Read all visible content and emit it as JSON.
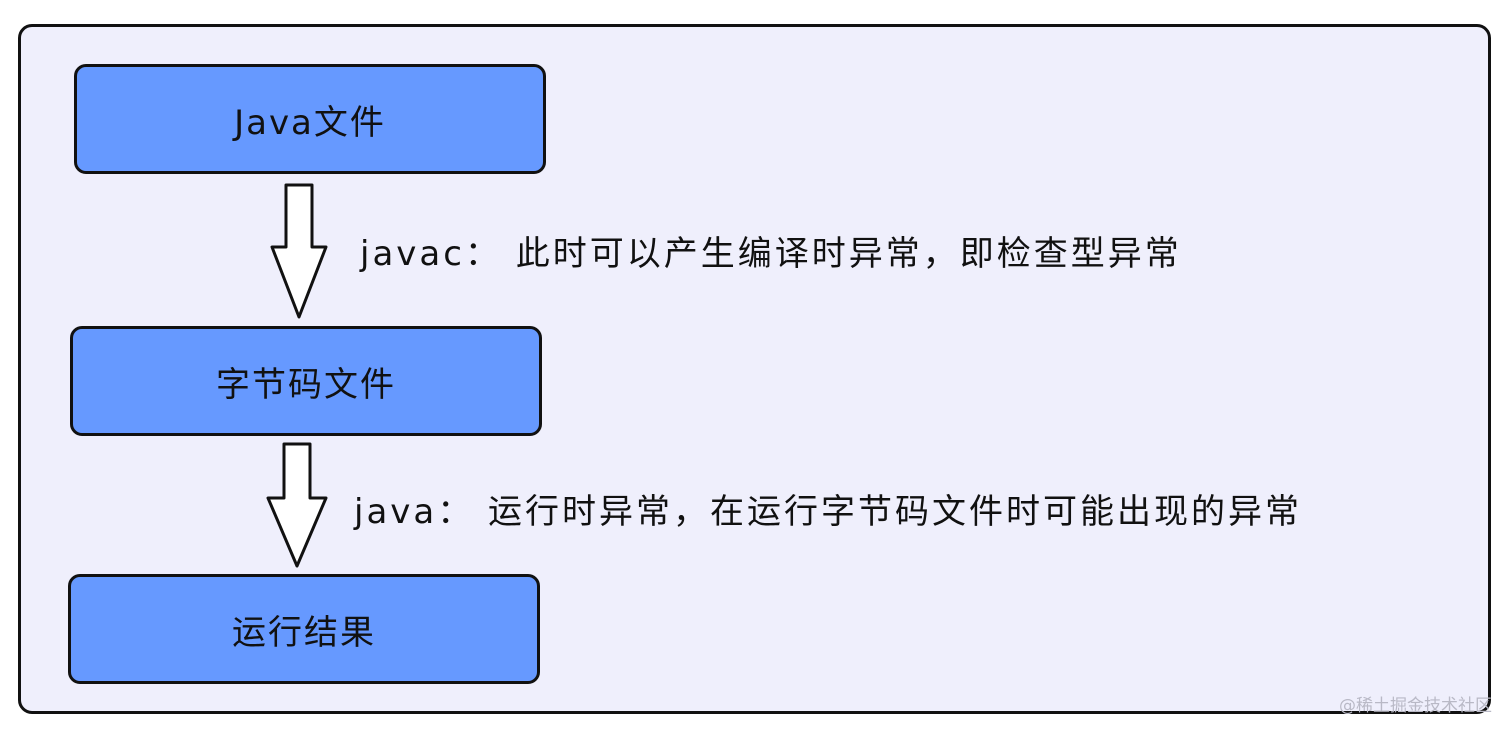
{
  "diagram": {
    "nodes": [
      {
        "label": "Java文件"
      },
      {
        "label": "字节码文件"
      },
      {
        "label": "运行结果"
      }
    ],
    "edges": [
      {
        "label": "javac： 此时可以产生编译时异常，即检查型异常"
      },
      {
        "label": "java： 运行时异常，在运行字节码文件时可能出现的异常"
      }
    ]
  },
  "watermark": "@稀土掘金技术社区",
  "colors": {
    "background": "#efeffc",
    "node_fill": "#6699ff",
    "stroke": "#111111"
  }
}
